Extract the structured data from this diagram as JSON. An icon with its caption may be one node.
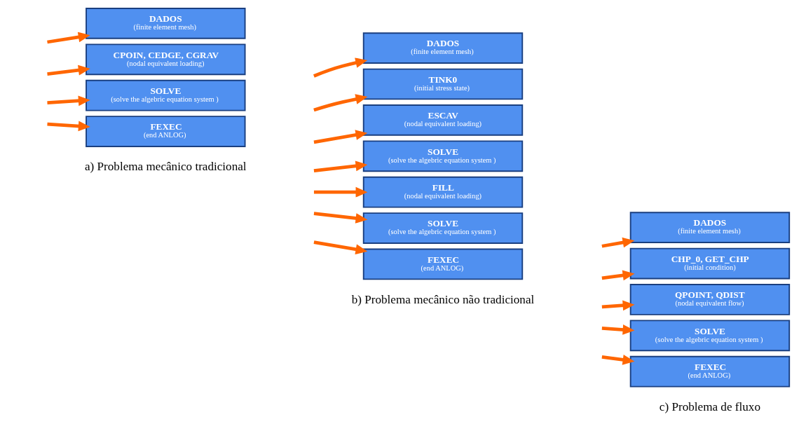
{
  "diagram": {
    "nodes": [
      {
        "text": [
          "DADOS",
          "(finite element mesh)"
        ]
      },
      {
        "text": [
          "CPOIN, CEDGE, CGRAV",
          "(nodal equivalent loading)"
        ]
      },
      {
        "text": [
          "SOLVE",
          "(solve the algebric equation system )"
        ]
      },
      {
        "text": [
          "FEXEC",
          "(end ANLOG)"
        ]
      },
      {
        "text": [
          "DADOS",
          "(finite element mesh)"
        ]
      },
      {
        "text": [
          "TINK0",
          "(initial stress state)"
        ]
      },
      {
        "text": [
          "ESCAV",
          "(nodal equivalent loading)"
        ]
      },
      {
        "text": [
          "SOLVE",
          "(solve the algebric equation system )"
        ]
      },
      {
        "text": [
          "FILL",
          "(nodal equivalent loading)"
        ]
      },
      {
        "text": [
          "SOLVE",
          "(solve the algebric equation system )"
        ]
      },
      {
        "text": [
          "FEXEC",
          "(end ANLOG)"
        ]
      },
      {
        "text": [
          "DADOS",
          "(finite element mesh)"
        ]
      },
      {
        "text": [
          "CHP_0, GET_CHP",
          "(initial condition)"
        ]
      },
      {
        "text": [
          "QPOINT, QDIST",
          "(nodal equivalent flow)"
        ]
      },
      {
        "text": [
          "SOLVE",
          "(solve the algebric equation system )"
        ]
      },
      {
        "text": [
          "FEXEC",
          "(end ANLOG)"
        ]
      }
    ],
    "edges": [
      {
        "from": null,
        "to": 0,
        "arrow": "to"
      },
      {
        "from": null,
        "to": 1,
        "arrow": "to"
      },
      {
        "from": null,
        "to": 2,
        "arrow": "to"
      },
      {
        "from": null,
        "to": 3,
        "arrow": "to"
      },
      {
        "from": null,
        "to": 4,
        "arrow": "to"
      },
      {
        "from": null,
        "to": 5,
        "arrow": "to"
      },
      {
        "from": null,
        "to": 6,
        "arrow": "to"
      },
      {
        "from": null,
        "to": 7,
        "arrow": "to"
      },
      {
        "from": null,
        "to": 8,
        "arrow": "to"
      },
      {
        "from": null,
        "to": 9,
        "arrow": "to"
      },
      {
        "from": null,
        "to": 10,
        "arrow": "to"
      },
      {
        "from": null,
        "to": 11,
        "arrow": "to"
      },
      {
        "from": null,
        "to": 12,
        "arrow": "to"
      },
      {
        "from": null,
        "to": 13,
        "arrow": "to"
      },
      {
        "from": null,
        "to": 14,
        "arrow": "to"
      },
      {
        "from": null,
        "to": 15,
        "arrow": "to"
      }
    ],
    "labels": [
      "a) Problema mecânico tradicional",
      "b) Problema mecânico não tradicional",
      "c) Problema de fluxo"
    ]
  }
}
